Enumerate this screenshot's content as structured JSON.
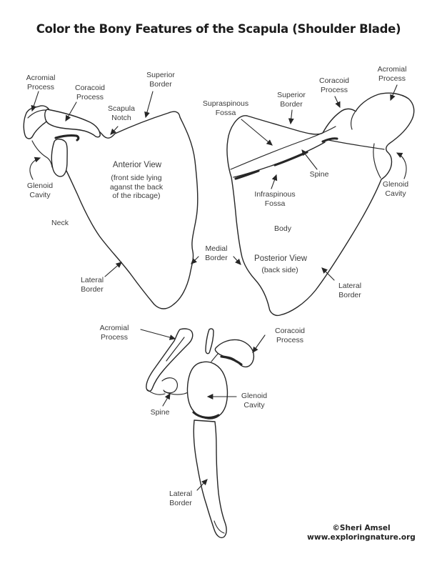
{
  "title": "Color the Bony Features of the Scapula (Shoulder Blade)",
  "anterior_view": {
    "heading": "Anterior View",
    "subheading": "(front side lying\naganst the back\nof the ribcage)",
    "labels": {
      "acromial_process": "Acromial\nProcess",
      "coracoid_process": "Coracoid\nProcess",
      "superior_border": "Superior\nBorder",
      "scapula_notch": "Scapula\nNotch",
      "glenoid_cavity": "Glenoid\nCavity",
      "neck": "Neck",
      "lateral_border": "Lateral\nBorder",
      "medial_border": "Medial\nBorder"
    }
  },
  "posterior_view": {
    "heading": "Posterior View",
    "subheading": "(back side)",
    "labels": {
      "supraspinous_fossa": "Supraspinous\nFossa",
      "superior_border": "Superior\nBorder",
      "coracoid_process": "Coracoid\nProcess",
      "acromial_process": "Acromial\nProcess",
      "spine": "Spine",
      "glenoid_cavity": "Glenoid\nCavity",
      "infraspinous_fossa": "Infraspinous\nFossa",
      "body": "Body",
      "lateral_border": "Lateral\nBorder"
    }
  },
  "lateral_view": {
    "labels": {
      "acromial_process": "Acromial\nProcess",
      "coracoid_process": "Coracoid\nProcess",
      "glenoid_cavity": "Glenoid\nCavity",
      "spine": "Spine",
      "lateral_border": "Lateral\nBorder"
    }
  },
  "credit": {
    "author": "©Sheri Amsel",
    "website": "www.exploringnature.org"
  },
  "colors": {
    "ink": "#262626",
    "label_text": "#3b3b3b",
    "background": "#ffffff"
  }
}
